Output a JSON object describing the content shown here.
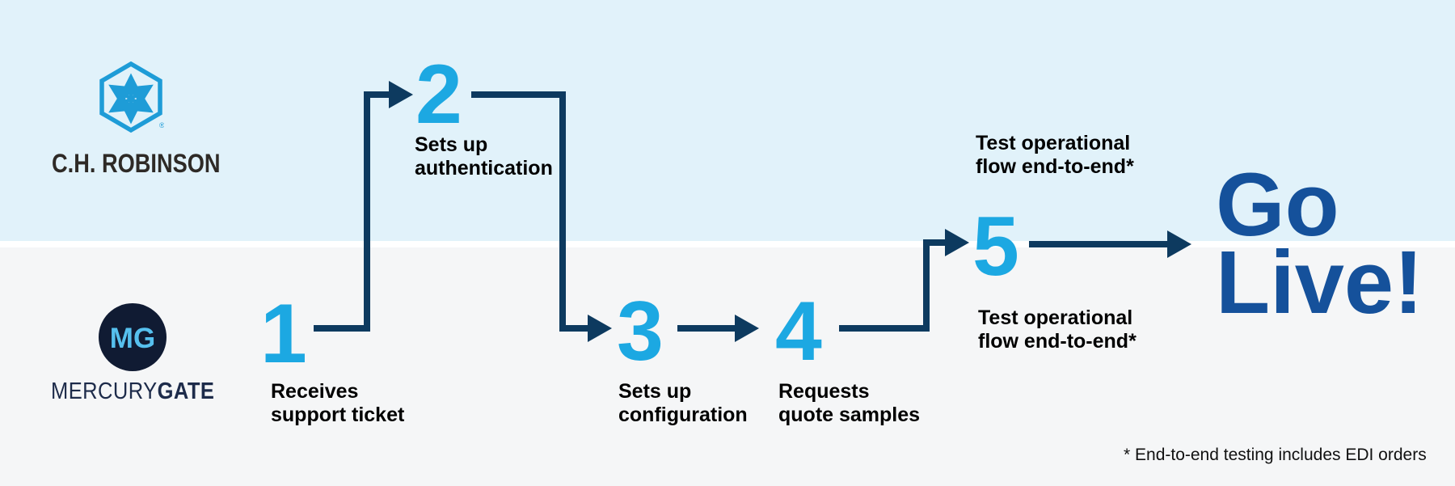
{
  "colors": {
    "top_band": "#e1f2fa",
    "bottom_band": "#f5f6f7",
    "divider": "#ffffff",
    "step_number": "#1ca8e2",
    "arrow": "#0d3a5f",
    "go_live": "#15519b",
    "chr_logo_blue": "#1e9cd7",
    "chr_text": "#2e2a26",
    "mg_circle": "#101b33",
    "mg_monogram": "#56c0ee",
    "mg_text": "#1d2b4a",
    "label_text": "#000000"
  },
  "lanes": {
    "chrobinson": {
      "name": "C.H. ROBINSON",
      "registered": "®"
    },
    "mercurygate": {
      "monogram": "MG",
      "name_light": "MERCURY",
      "name_bold": "GATE"
    }
  },
  "steps": [
    {
      "number": "1",
      "label": [
        "Receives",
        "support ticket"
      ]
    },
    {
      "number": "2",
      "label": [
        "Sets up",
        "authentication"
      ]
    },
    {
      "number": "3",
      "label": [
        "Sets up",
        "configuration"
      ]
    },
    {
      "number": "4",
      "label": [
        "Requests",
        "quote samples"
      ]
    },
    {
      "number": "5",
      "label_top": [
        "Test operational",
        "flow end-to-end*"
      ],
      "label_bottom": [
        "Test operational",
        "flow end-to-end*"
      ]
    }
  ],
  "go_live": {
    "line1": "Go",
    "line2": "Live!"
  },
  "footnote": "* End-to-end testing includes EDI orders"
}
